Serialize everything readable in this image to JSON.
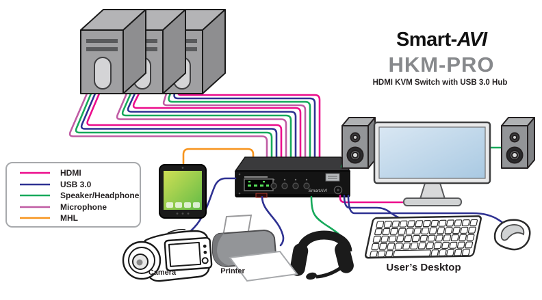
{
  "brand": {
    "part1": "Smart-",
    "part2": "AVI"
  },
  "product": {
    "model": "HKM-PRO",
    "subtitle": "HDMI KVM Switch with USB 3.0 Hub"
  },
  "legend": {
    "items": [
      {
        "label": "HDMI",
        "color": "#ec0c8c"
      },
      {
        "label": "USB 3.0",
        "color": "#2e3192"
      },
      {
        "label": "Speaker/Headphone",
        "color": "#17a95b"
      },
      {
        "label": "Microphone",
        "color": "#c05ca4"
      },
      {
        "label": "MHL",
        "color": "#f7941d"
      }
    ]
  },
  "colors": {
    "hdmi": "#ec0c8c",
    "usb": "#2e3192",
    "speaker": "#17a95b",
    "microphone": "#c05ca4",
    "mhl": "#f7941d"
  },
  "labels": {
    "camera": "Camera",
    "printer": "Printer",
    "desktop": "User’s Desktop"
  },
  "switch": {
    "brand_label": "SmartAVI"
  },
  "icons": [
    "computer-tower-icon",
    "tablet-icon",
    "kvm-switch-icon",
    "monitor-icon",
    "speaker-icon",
    "keyboard-icon",
    "mouse-icon",
    "headset-icon",
    "camcorder-icon",
    "printer-icon"
  ]
}
